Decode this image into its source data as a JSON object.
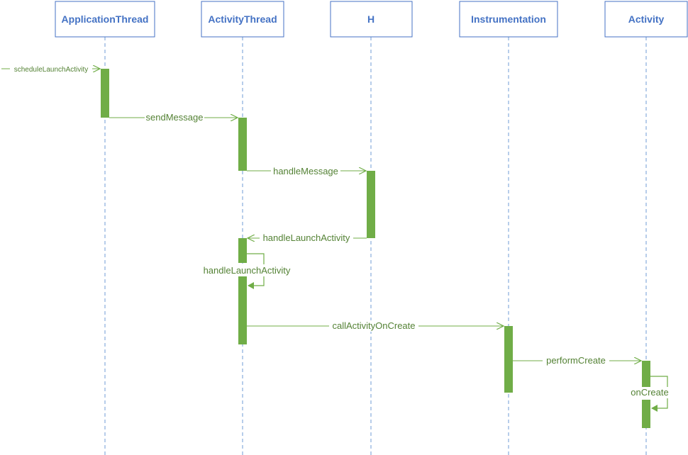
{
  "colors": {
    "box_border": "#4472C4",
    "box_text": "#4472C4",
    "lifeline": "#6F9BD6",
    "activation": "#70AD47",
    "message": "#70AD47",
    "message_text": "#548235"
  },
  "participants": [
    {
      "id": "app",
      "label": "ApplicationThread"
    },
    {
      "id": "at",
      "label": "ActivityThread"
    },
    {
      "id": "h",
      "label": "H"
    },
    {
      "id": "instr",
      "label": "Instrumentation"
    },
    {
      "id": "act",
      "label": "Activity"
    }
  ],
  "messages": [
    {
      "id": "m1",
      "from": "external",
      "to": "app",
      "label": "scheduleLaunchActivity"
    },
    {
      "id": "m2",
      "from": "app",
      "to": "at",
      "label": "sendMessage"
    },
    {
      "id": "m3",
      "from": "at",
      "to": "h",
      "label": "handleMessage"
    },
    {
      "id": "m4",
      "from": "h",
      "to": "at",
      "label": "handleLaunchActivity"
    },
    {
      "id": "m5",
      "from": "at",
      "to": "at",
      "label": "handleLaunchActivity"
    },
    {
      "id": "m6",
      "from": "at",
      "to": "instr",
      "label": "callActivityOnCreate"
    },
    {
      "id": "m7",
      "from": "instr",
      "to": "act",
      "label": "performCreate"
    },
    {
      "id": "m8",
      "from": "act",
      "to": "act",
      "label": "onCreate"
    }
  ]
}
